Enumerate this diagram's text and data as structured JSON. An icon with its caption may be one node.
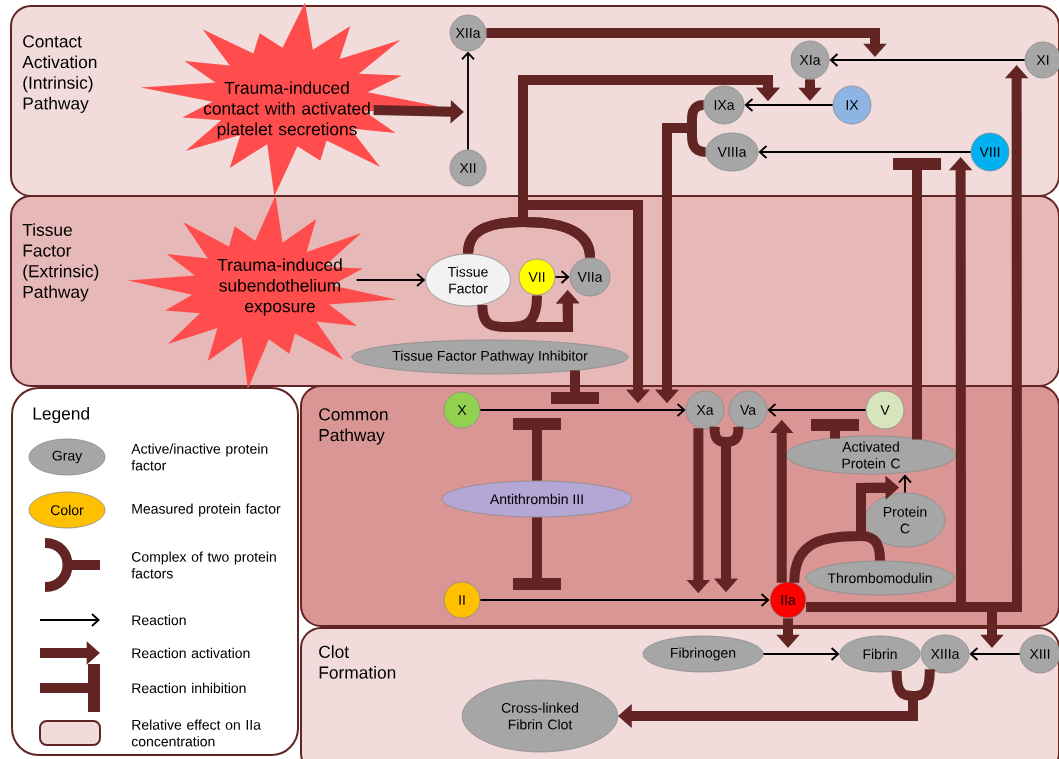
{
  "diagram": {
    "nodes": [
      {
        "text": [
          "Contact Activation (Intrinsic) Pathway"
        ]
      },
      {
        "text": [
          "Tissue Factor (Extrinsic) Pathway"
        ]
      },
      {
        "text": [
          "Common Pathway"
        ]
      },
      {
        "text": [
          "Clot Formation"
        ]
      },
      {
        "text": [
          "Trauma-induced contact with activated platelet secretions"
        ],
        "in": 0
      },
      {
        "text": [
          "XIIa"
        ],
        "in": 0
      },
      {
        "text": [
          "XII"
        ],
        "in": 0
      },
      {
        "text": [
          "XIa"
        ],
        "in": 0
      },
      {
        "text": [
          "XI"
        ],
        "in": 0
      },
      {
        "text": [
          "IXa"
        ],
        "in": 0
      },
      {
        "text": [
          "IX"
        ],
        "in": 0
      },
      {
        "text": [
          "VIIIa"
        ],
        "in": 0
      },
      {
        "text": [
          "VIII"
        ],
        "in": 0
      },
      {
        "text": [
          "Trauma-induced subendothelium exposure"
        ],
        "in": 1
      },
      {
        "text": [
          "Tissue Factor"
        ],
        "in": 1
      },
      {
        "text": [
          "VII"
        ],
        "in": 1
      },
      {
        "text": [
          "VIIa"
        ],
        "in": 1
      },
      {
        "text": [
          "Tissue Factor Pathway Inhibitor"
        ],
        "in": 1
      },
      {
        "text": [
          "X"
        ],
        "in": 2
      },
      {
        "text": [
          "Xa"
        ],
        "in": 2
      },
      {
        "text": [
          "Va"
        ],
        "in": 2
      },
      {
        "text": [
          "V"
        ],
        "in": 2
      },
      {
        "text": [
          "Activated Protein C"
        ],
        "in": 2
      },
      {
        "text": [
          "Antithrombin III"
        ],
        "in": 2
      },
      {
        "text": [
          "Protein C"
        ],
        "in": 2
      },
      {
        "text": [
          "Thrombomodulin"
        ],
        "in": 2
      },
      {
        "text": [
          "II"
        ],
        "in": 2
      },
      {
        "text": [
          "IIa"
        ],
        "in": 2
      },
      {
        "text": [
          "Fibrinogen"
        ],
        "in": 3
      },
      {
        "text": [
          "Fibrin"
        ],
        "in": 3
      },
      {
        "text": [
          "XIIIa"
        ],
        "in": 3
      },
      {
        "text": [
          "XIII"
        ],
        "in": 3
      },
      {
        "text": [
          "Cross-linked Fibrin Clot"
        ],
        "in": 3
      }
    ],
    "edges": [
      {
        "from": 6,
        "to": 5,
        "arrow": "to",
        "color": "#000000"
      },
      {
        "from": 8,
        "to": 7,
        "arrow": "to",
        "color": "#000000"
      },
      {
        "from": 10,
        "to": 9,
        "arrow": "to",
        "color": "#000000"
      },
      {
        "from": 12,
        "to": 11,
        "arrow": "to",
        "color": "#000000"
      },
      {
        "from": 13,
        "to": 14,
        "arrow": "to",
        "color": "#000000"
      },
      {
        "from": 15,
        "to": 16,
        "arrow": "to",
        "color": "#000000"
      },
      {
        "from": 18,
        "to": 19,
        "arrow": "to",
        "color": "#000000"
      },
      {
        "from": 21,
        "to": 20,
        "arrow": "to",
        "color": "#000000"
      },
      {
        "from": 24,
        "to": 22,
        "arrow": "to",
        "color": "#000000"
      },
      {
        "from": 26,
        "to": 27,
        "arrow": "to",
        "color": "#000000"
      },
      {
        "from": 28,
        "to": 29,
        "arrow": "to",
        "color": "#000000"
      },
      {
        "from": 31,
        "to": 30,
        "arrow": "to",
        "color": "#000000"
      },
      {
        "from": 4,
        "to": null,
        "arrow": "to"
      },
      {
        "from": 5,
        "to": null,
        "arrow": "to"
      },
      {
        "from": 7,
        "to": null,
        "arrow": "to"
      },
      {
        "from": 14,
        "to": null,
        "arrow": "to"
      },
      {
        "from": 16,
        "to": null,
        "arrow": "to"
      },
      {
        "from": 14,
        "to": 2,
        "arrow": "to"
      },
      {
        "from": 16,
        "to": 2,
        "arrow": "to"
      },
      {
        "from": 14,
        "to": 16,
        "arrow": "to"
      },
      {
        "from": 15,
        "to": 16,
        "arrow": "to"
      },
      {
        "from": 9,
        "to": 2,
        "arrow": "to"
      },
      {
        "from": 11,
        "to": 2,
        "arrow": "to"
      },
      {
        "from": 17,
        "to": 2,
        "arrow": "other"
      },
      {
        "from": 23,
        "to": null,
        "arrow": "other"
      },
      {
        "from": 23,
        "to": null,
        "arrow": "other"
      },
      {
        "from": 19,
        "to": null,
        "arrow": "to"
      },
      {
        "from": 19,
        "to": null,
        "arrow": "to"
      },
      {
        "from": 20,
        "to": null,
        "arrow": "to"
      },
      {
        "from": 27,
        "to": 20,
        "arrow": "to"
      },
      {
        "from": 27,
        "to": 24,
        "arrow": "to"
      },
      {
        "from": 25,
        "to": 24,
        "arrow": "to"
      },
      {
        "from": 22,
        "to": null,
        "arrow": "other"
      },
      {
        "from": 22,
        "to": null,
        "arrow": "other"
      },
      {
        "from": 27,
        "to": 12,
        "arrow": "to"
      },
      {
        "from": 27,
        "to": 8,
        "arrow": "to"
      },
      {
        "from": 27,
        "to": 3,
        "arrow": "to"
      },
      {
        "from": 27,
        "to": 3,
        "arrow": "to"
      },
      {
        "from": 29,
        "to": 32,
        "arrow": "to"
      },
      {
        "from": 30,
        "to": 32,
        "arrow": "to"
      }
    ],
    "labels": [
      "Legend",
      "Gray",
      "Color"
    ],
    "legend": [
      {
        "text": "Active/inactive protein factor",
        "color": "#a6a6a6"
      },
      {
        "text": "Measured protein factor",
        "color": "#ffc000"
      },
      {
        "text": "Complex of two protein factors"
      },
      {
        "text": "Reaction"
      },
      {
        "text": "Reaction activation"
      },
      {
        "text": "Reaction inhibition"
      },
      {
        "text": "Relative effect on IIa concentration",
        "color": "#f2dcdb"
      }
    ]
  }
}
